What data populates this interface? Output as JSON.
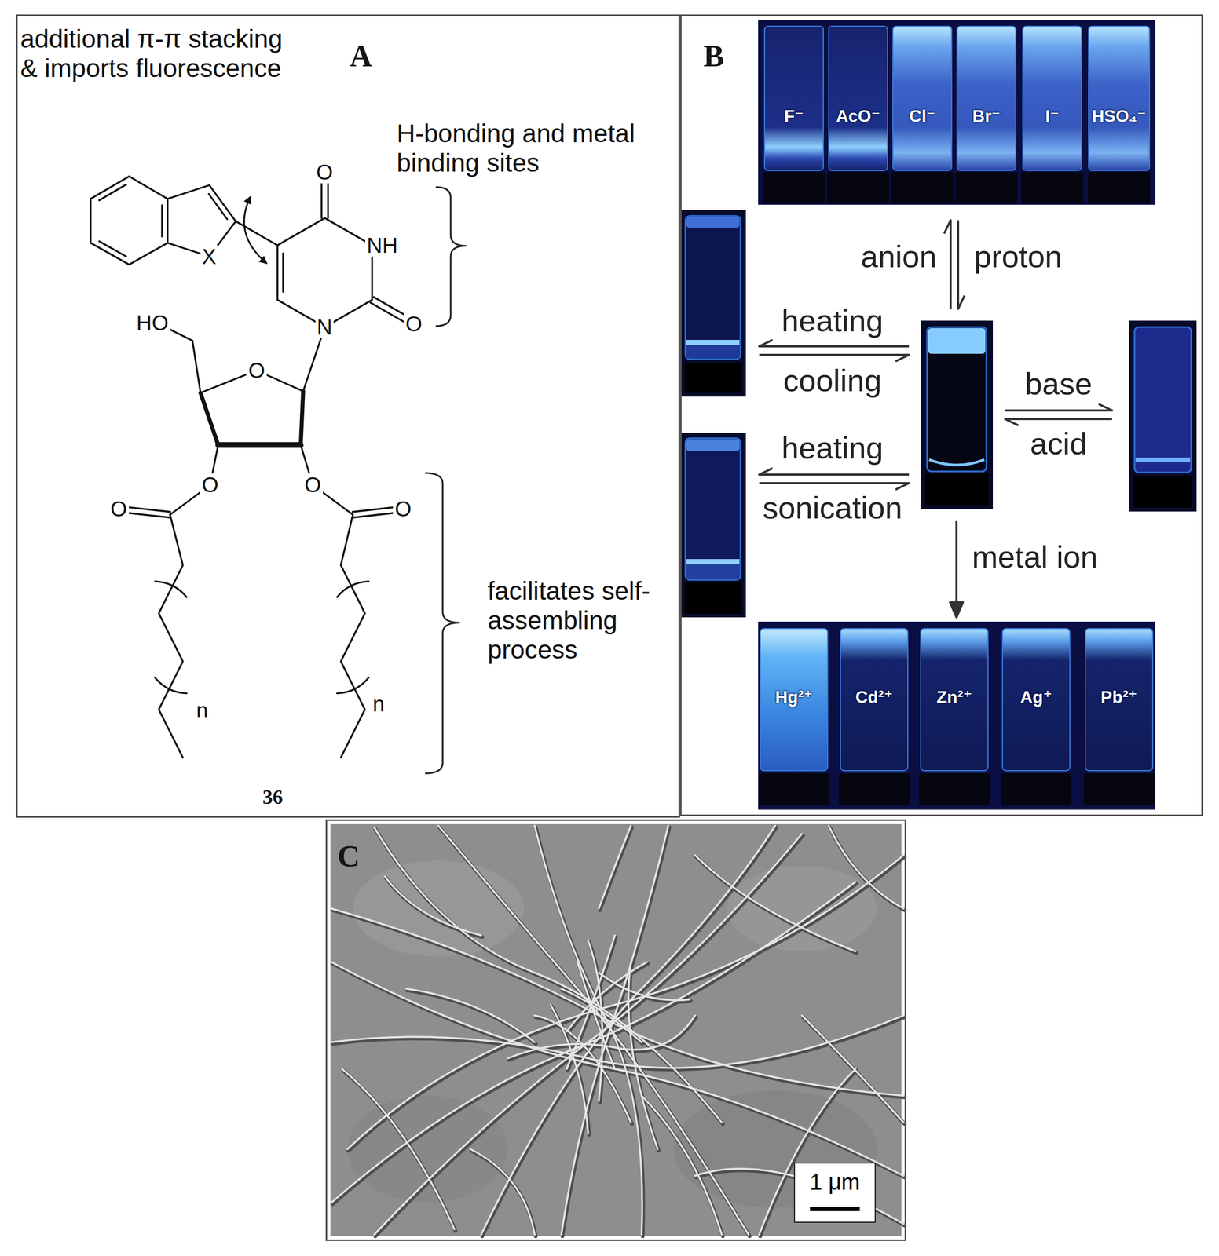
{
  "diagram": {
    "nodes": [
      {
        "text": [
          "A"
        ]
      },
      {
        "text": [
          "B"
        ]
      },
      {
        "text": [
          "F⁻"
        ],
        "in": 1
      },
      {
        "text": [
          "AcO⁻"
        ],
        "in": 1
      },
      {
        "text": [
          "Cl⁻"
        ],
        "in": 1
      },
      {
        "text": [
          "Br⁻"
        ],
        "in": 1
      },
      {
        "text": [
          "I⁻"
        ],
        "in": 1
      },
      {
        "text": [
          "HSO₄⁻"
        ],
        "in": 1
      },
      {
        "text": [
          "Hg²⁺"
        ],
        "in": 1
      },
      {
        "text": [
          "Cd²⁺"
        ],
        "in": 1
      },
      {
        "text": [
          "Zn²⁺"
        ],
        "in": 1
      },
      {
        "text": [
          "Ag⁺"
        ],
        "in": 1
      },
      {
        "text": [
          "Pb²⁺"
        ],
        "in": 1
      },
      {
        "text": [
          "C"
        ]
      },
      {
        "text": [
          "1 μm"
        ],
        "in": 13
      }
    ],
    "labels": [
      "additional π-π stacking & imports fluorescence",
      "H-bonding and metal binding sites",
      "facilitates self-assembling process",
      "36",
      "O",
      "NH",
      "O",
      "N",
      "X",
      "HO",
      "O",
      "O",
      "O",
      "O",
      "O",
      "n",
      "n",
      "anion",
      "proton",
      "heating",
      "cooling",
      "heating",
      "sonication",
      "base",
      "acid",
      "metal ion"
    ]
  }
}
